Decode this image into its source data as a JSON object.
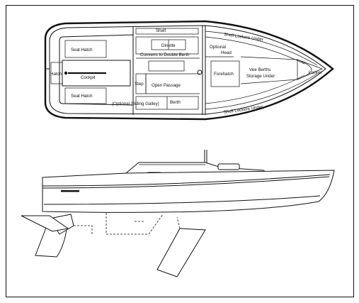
{
  "labels": {
    "shelf_top": "Shelf",
    "seat_hatch_top": "Seat Hatch",
    "seat_hatch_bottom": "Seat Hatch",
    "hatch": "Hatch",
    "cockpit": "Cockpit",
    "dinette": "Dinette",
    "converts": "Converts to Double Berth",
    "step": "Step",
    "open_passage": "Open Passage",
    "sliding_galley": "(Optional Sliding Galley)",
    "berth": "Berth",
    "optional_head_1": "Optional",
    "optional_head_2": "Head",
    "forehatch": "Forehatch",
    "vee_berths_1": "Vee Berths",
    "vee_berths_2": "Storage Under",
    "locker": "Locker",
    "shelf_lockers_top": "Shelf  Lockers Under",
    "shelf_lockers_bottom": "Shelf  Lockers Under"
  }
}
